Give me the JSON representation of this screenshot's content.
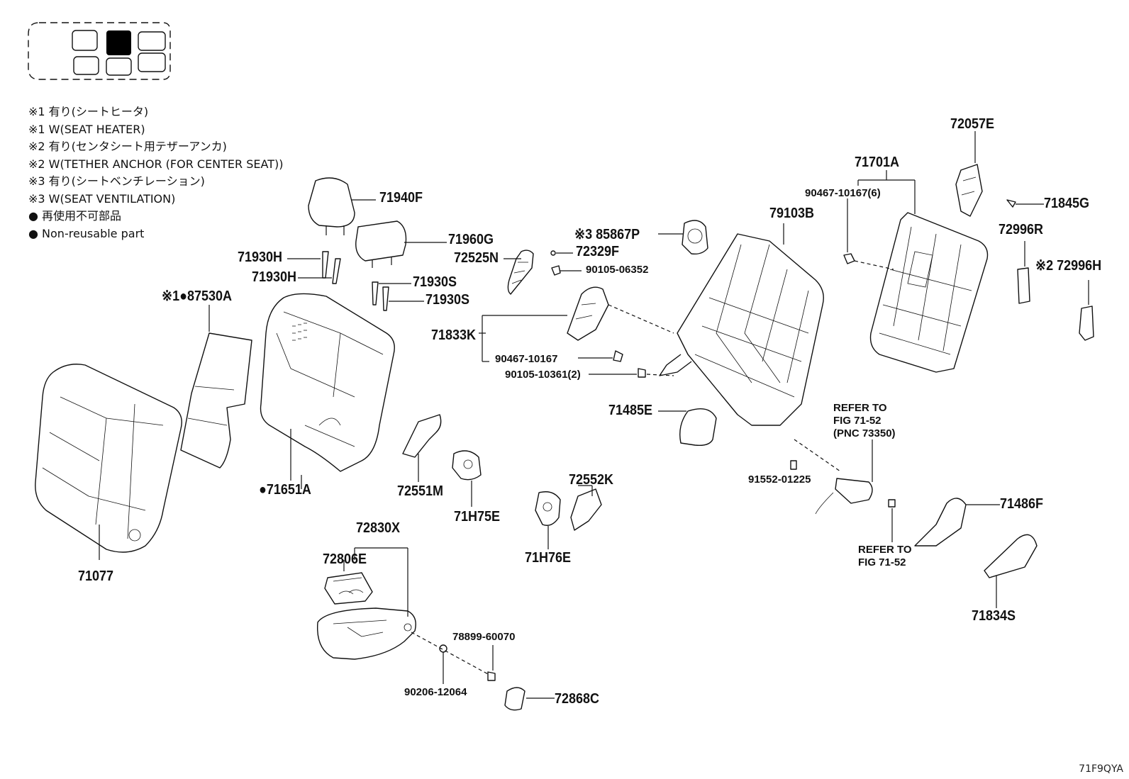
{
  "legend": [
    "※1 有り(シートヒータ)",
    "※1 W(SEAT HEATER)",
    "※2 有り(センタシート用テザーアンカ)",
    "※2 W(TETHER ANCHOR (FOR CENTER SEAT))",
    "※3 有り(シートベンチレーション)",
    "※3 W(SEAT VENTILATION)",
    "● 再使用不可部品",
    "● Non-reusable part"
  ],
  "parts": {
    "p71940F": "71940F",
    "p71960G": "71960G",
    "p71930H_1": "71930H",
    "p71930H_2": "71930H",
    "p71930S_1": "71930S",
    "p71930S_2": "71930S",
    "p87530A": "※1●87530A",
    "p71651A": "●71651A",
    "p71077": "71077",
    "p72525N": "72525N",
    "p72329F": "72329F",
    "p90105_06352": "90105-06352",
    "p85867P": "※3 85867P",
    "p79103B": "79103B",
    "p71833K": "71833K",
    "p90467_10167": "90467-10167",
    "p90105_10361": "90105-10361(2)",
    "p71485E": "71485E",
    "p72551M": "72551M",
    "p71H75E": "71H75E",
    "p72552K": "72552K",
    "p71H76E": "71H76E",
    "p72830X": "72830X",
    "p72806E": "72806E",
    "p78899_60070": "78899-60070",
    "p90206_12064": "90206-12064",
    "p72868C": "72868C",
    "p71701A": "71701A",
    "p90467_10167_6": "90467-10167(6)",
    "p72057E": "72057E",
    "p71845G": "71845G",
    "p72996R": "72996R",
    "p72996H": "※2 72996H",
    "p91552_01225": "91552-01225",
    "p71486F": "71486F",
    "p71834S": "71834S"
  },
  "refs": {
    "ref1_line1": "REFER TO",
    "ref1_line2": "FIG 71-52",
    "ref1_line3": "(PNC 73350)",
    "ref2_line1": "REFER TO",
    "ref2_line2": "FIG 71-52"
  },
  "figure_code": "71F9QYA",
  "colors": {
    "ink": "#111111",
    "highlight_seat": "#000000"
  }
}
